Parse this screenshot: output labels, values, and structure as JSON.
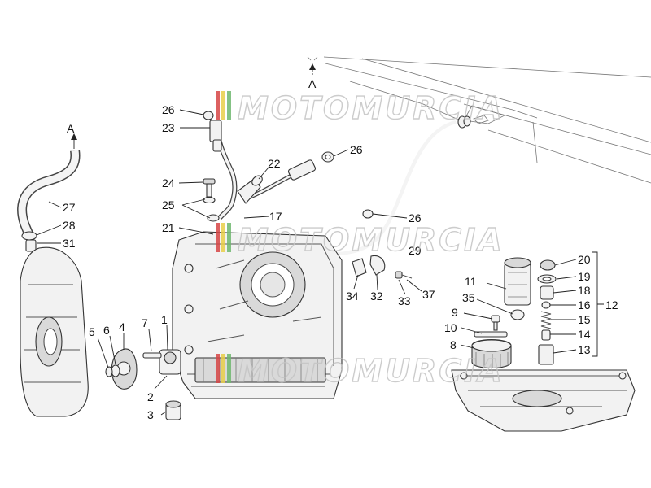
{
  "colors": {
    "watermark_red": "#d64545",
    "watermark_yellow": "#e9cf4a",
    "watermark_green": "#6fb86f",
    "ink": "#222222"
  },
  "watermark": {
    "text": "MOTOMURCIA"
  },
  "arrows": [
    {
      "id": "arrow-left",
      "text": "A"
    },
    {
      "id": "arrow-top",
      "text": "A"
    }
  ],
  "callouts": [
    {
      "id": "c26a",
      "text": "26"
    },
    {
      "id": "c23",
      "text": "23"
    },
    {
      "id": "c22",
      "text": "22"
    },
    {
      "id": "c26b",
      "text": "26"
    },
    {
      "id": "c24",
      "text": "24"
    },
    {
      "id": "c25",
      "text": "25"
    },
    {
      "id": "c21",
      "text": "21"
    },
    {
      "id": "c17",
      "text": "17"
    },
    {
      "id": "c26c",
      "text": "26"
    },
    {
      "id": "c29",
      "text": "29"
    },
    {
      "id": "c27",
      "text": "27"
    },
    {
      "id": "c28",
      "text": "28"
    },
    {
      "id": "c31",
      "text": "31"
    },
    {
      "id": "c34",
      "text": "34"
    },
    {
      "id": "c32",
      "text": "32"
    },
    {
      "id": "c33",
      "text": "33"
    },
    {
      "id": "c37",
      "text": "37"
    },
    {
      "id": "c7",
      "text": "7"
    },
    {
      "id": "c1",
      "text": "1"
    },
    {
      "id": "c5",
      "text": "5"
    },
    {
      "id": "c6",
      "text": "6"
    },
    {
      "id": "c4",
      "text": "4"
    },
    {
      "id": "c2",
      "text": "2"
    },
    {
      "id": "c3",
      "text": "3"
    },
    {
      "id": "c20",
      "text": "20"
    },
    {
      "id": "c11",
      "text": "11"
    },
    {
      "id": "c19",
      "text": "19"
    },
    {
      "id": "c18",
      "text": "18"
    },
    {
      "id": "c35",
      "text": "35"
    },
    {
      "id": "c16",
      "text": "16"
    },
    {
      "id": "c12",
      "text": "12"
    },
    {
      "id": "c9",
      "text": "9"
    },
    {
      "id": "c15",
      "text": "15"
    },
    {
      "id": "c10",
      "text": "10"
    },
    {
      "id": "c14",
      "text": "14"
    },
    {
      "id": "c8",
      "text": "8"
    },
    {
      "id": "c13",
      "text": "13"
    }
  ]
}
